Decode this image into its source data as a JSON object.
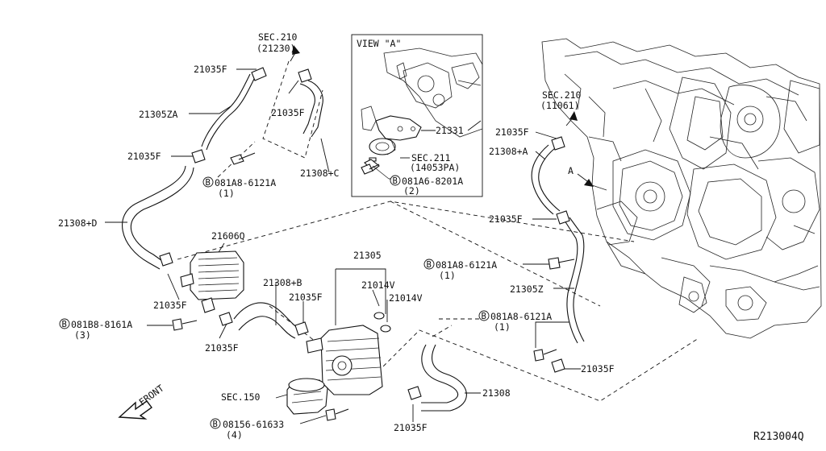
{
  "labels": {
    "sec210_top": "SEC.210",
    "sec210_top_sub": "(21230)",
    "f_top1": "21035F",
    "zA": "21305ZA",
    "f_top2": "21035F",
    "f_left1": "21035F",
    "bolt1": "081A8-6121A",
    "bolt1_qty": "(1)",
    "hose_c": "21308+C",
    "view_a": "VIEW \"A\"",
    "p21331": "21331",
    "sec211": "SEC.211",
    "sec211_sub": "(14053PA)",
    "bolt2": "081A6-8201A",
    "bolt2_qty": "(2)",
    "sec210_right": "SEC.210",
    "sec210_right_sub": "(11061)",
    "f_right1": "21035F",
    "hose_a": "21308+A",
    "arrow_a": "A",
    "hose_d": "21308+D",
    "p21606q": "21606Q",
    "f_right2": "21035F",
    "bolt3": "081A8-6121A",
    "bolt3_qty": "(1)",
    "z_right": "21305Z",
    "p21305": "21305",
    "v1": "21014V",
    "v2": "21014V",
    "hose_b": "21308+B",
    "f_mid": "21035F",
    "f_lower": "21035F",
    "bolt4": "081B8-8161A",
    "bolt4_qty": "(3)",
    "f_lower2": "21035F",
    "bolt5": "081A8-6121A",
    "bolt5_qty": "(1)",
    "f_lower_r": "21035F",
    "front": "FRONT",
    "sec150": "SEC.150",
    "p21308": "21308",
    "bolt6": "08156-61633",
    "bolt6_qty": "(4)",
    "f_bottom": "21035F",
    "ref_code": "R213004Q",
    "b_glyph": "B"
  },
  "icons": [
    "front-arrow-icon",
    "pointer-arrow-icon",
    "bolt-circle-icon"
  ]
}
